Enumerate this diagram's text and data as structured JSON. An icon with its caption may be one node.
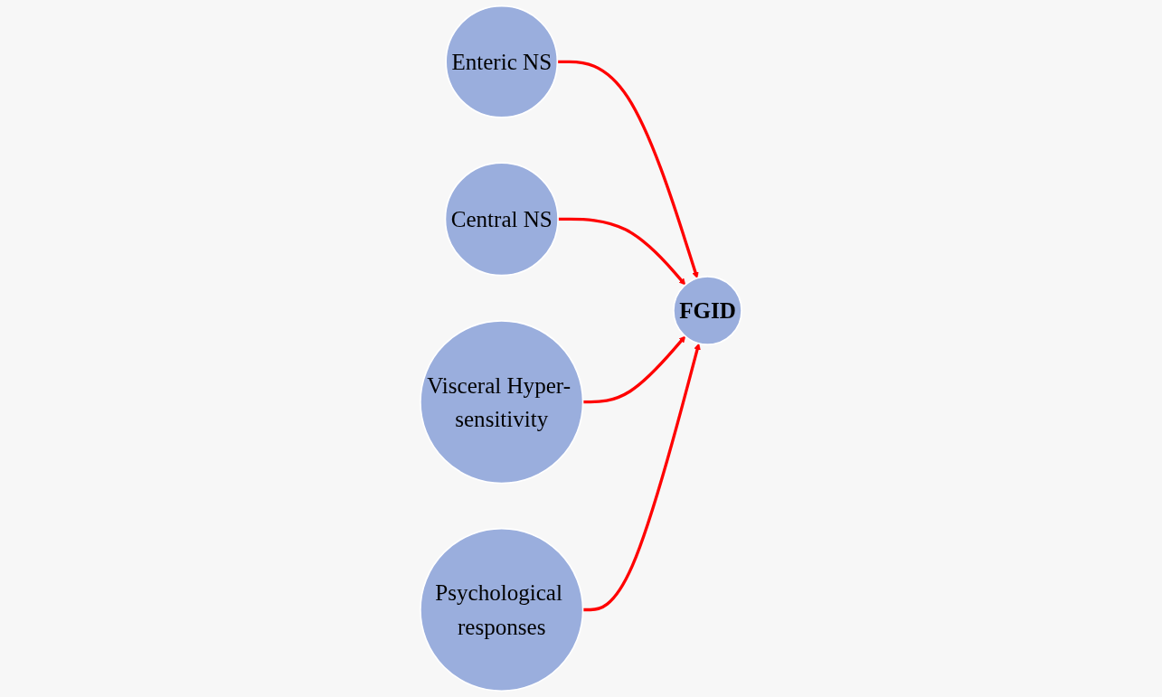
{
  "diagram": {
    "nodes": [
      {
        "text": [
          "Enteric NS"
        ]
      },
      {
        "text": [
          "Central NS"
        ]
      },
      {
        "text": [
          "FGID"
        ]
      },
      {
        "text": [
          "Visceral Hyper- sensitivity"
        ]
      },
      {
        "text": [
          "Psychological responses"
        ]
      }
    ],
    "edges": [
      {
        "from": 0,
        "to": 2,
        "arrow": "to",
        "color": "#ff0000"
      },
      {
        "from": 1,
        "to": 2,
        "arrow": "to",
        "color": "#ff0000"
      },
      {
        "from": 3,
        "to": 2,
        "arrow": "to",
        "color": "#ff0000"
      },
      {
        "from": 4,
        "to": 2,
        "arrow": "to",
        "color": "#ff0000"
      }
    ]
  }
}
